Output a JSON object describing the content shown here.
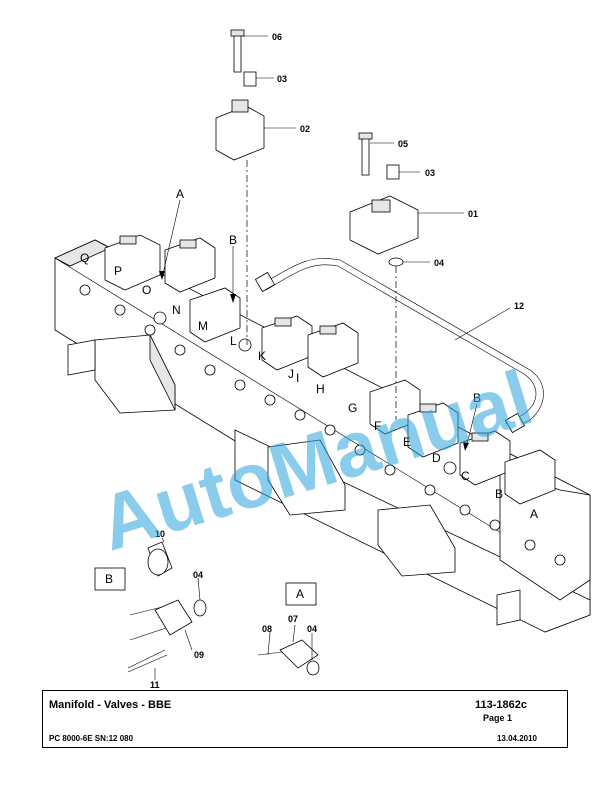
{
  "diagram": {
    "callouts": {
      "p01": "01",
      "p02": "02",
      "p03a": "03",
      "p03b": "03",
      "p04a": "04",
      "p04b": "04",
      "p04c": "04",
      "p05": "05",
      "p06": "06",
      "p07": "07",
      "p08": "08",
      "p09": "09",
      "p10": "10",
      "p11": "11",
      "p12": "12"
    },
    "views": {
      "view_a": "A",
      "view_b": "B"
    },
    "arrows": {
      "arrow_a": "A",
      "arrow_b1": "B",
      "arrow_b2": "B"
    },
    "ports": [
      "Q",
      "P",
      "O",
      "N",
      "M",
      "L",
      "K",
      "J",
      "I",
      "H",
      "G",
      "F",
      "E",
      "D",
      "C",
      "B",
      "A"
    ]
  },
  "watermark": "AutoManual",
  "title_block": {
    "title": "Manifold - Valves - BBE",
    "number": "113-1862c",
    "page": "Page 1",
    "model": "PC 8000-6E SN:12 080",
    "date": "13.04.2010"
  },
  "colors": {
    "watermark": "#2aa4dc",
    "line": "#000000"
  }
}
